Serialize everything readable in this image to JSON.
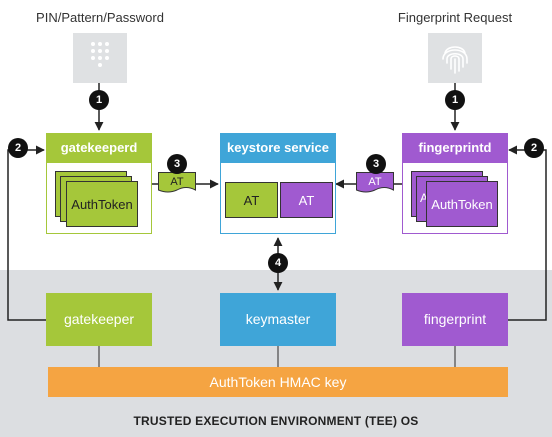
{
  "inputs": {
    "left_label": "PIN/Pattern/Password",
    "right_label": "Fingerprint Request"
  },
  "badges": {
    "one": "1",
    "two": "2",
    "three": "3",
    "four": "4"
  },
  "gatekeeperd": {
    "title": "gatekeeperd",
    "token_label": "AuthToken"
  },
  "keystore": {
    "title": "keystore service",
    "left_token": "AT",
    "right_token": "AT"
  },
  "fingerprintd": {
    "title": "fingerprintd",
    "token_label": "AuthToken",
    "token_peek": "A"
  },
  "flags": {
    "left": "AT",
    "right": "AT"
  },
  "tee": {
    "gatekeeper": "gatekeeper",
    "keymaster": "keymaster",
    "fingerprint": "fingerprint",
    "key_bar": "AuthToken HMAC key",
    "title": "TRUSTED EXECUTION ENVIRONMENT (TEE) OS"
  },
  "colors": {
    "green": "#a5c73a",
    "blue": "#3fa5d8",
    "purple": "#a05ad0",
    "orange": "#f5a442",
    "tee_background": "#dcdee1"
  },
  "icons": {
    "keypad": "keypad-icon",
    "fingerprint": "fingerprint-icon"
  }
}
